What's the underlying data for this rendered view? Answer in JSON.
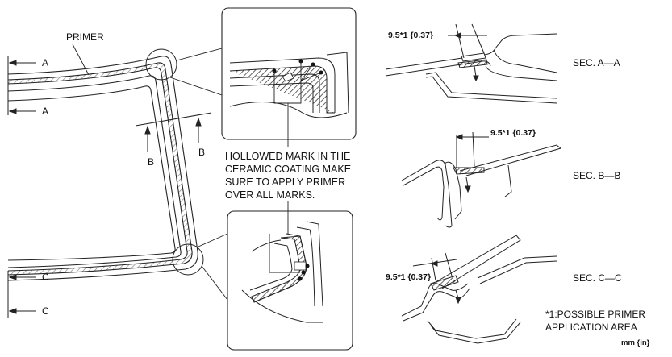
{
  "labels": {
    "primer": "PRIMER",
    "section_a": "A",
    "section_b": "B",
    "section_c": "C",
    "note_line1": "HOLLOWED MARK IN THE",
    "note_line2": "CERAMIC COATING MAKE",
    "note_line3": "SURE TO APPLY PRIMER",
    "note_line4": "OVER ALL MARKS.",
    "dim_a": "9.5*1 {0.37}",
    "dim_b": "9.5*1 {0.37}",
    "dim_c": "9.5*1 {0.37}",
    "sec_a": "SEC. A—A",
    "sec_b": "SEC. B—B",
    "sec_c": "SEC. C—C",
    "footnote_line1": "*1:POSSIBLE PRIMER",
    "footnote_line2": "APPLICATION AREA",
    "units": "mm {in}"
  }
}
